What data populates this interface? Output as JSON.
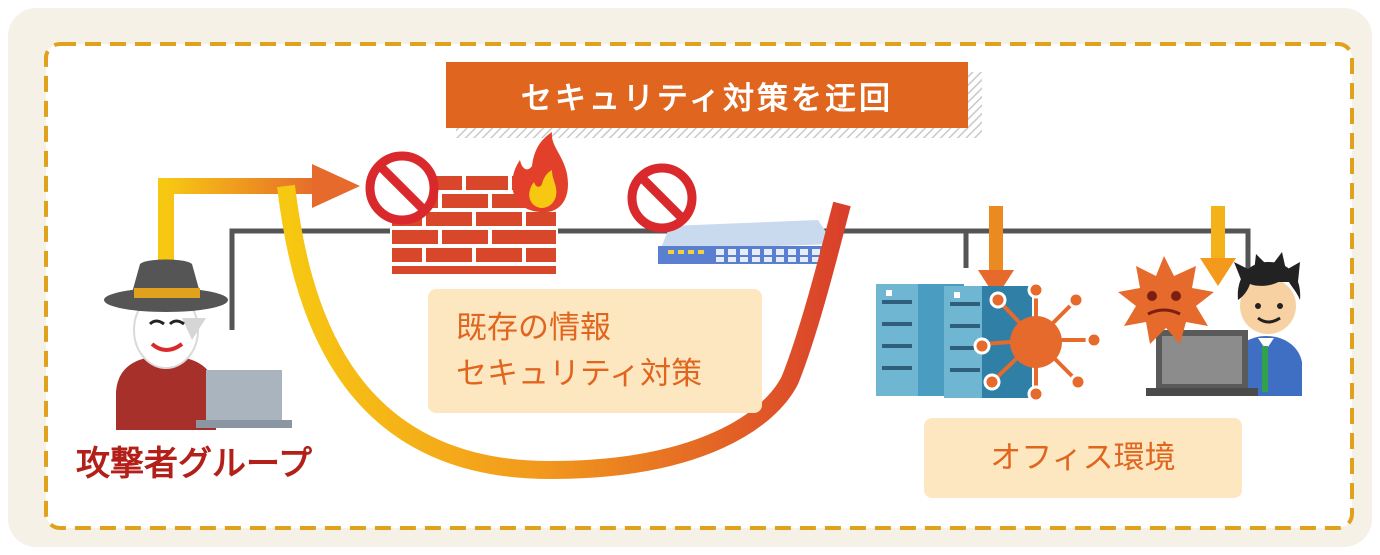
{
  "banner": {
    "title": "セキュリティ対策を迂回"
  },
  "existing_security": {
    "line1": "既存の情報",
    "line2": "セキュリティ対策"
  },
  "attacker": {
    "label": "攻撃者グループ"
  },
  "office": {
    "label": "オフィス環境"
  },
  "colors": {
    "frame_bg": "#f6f1e7",
    "dash_border": "#e0a21d",
    "banner": "#e0661f",
    "label_box": "#fde7c0",
    "attacker_text": "#b3201a",
    "network_line": "#555555",
    "arrow_yellow": "#f5b60f",
    "arrow_orange": "#e56a2c",
    "prohibit_red": "#d9292c",
    "brick": "#d9472b",
    "server": "#4a9cc0",
    "virus": "#e56a2c"
  },
  "icons": [
    "attacker-icon",
    "laptop-icon",
    "prohibited-icon",
    "firewall-brick-icon",
    "fire-icon",
    "network-switch-icon",
    "server-rack-icon",
    "virus-icon",
    "office-worker-icon"
  ]
}
